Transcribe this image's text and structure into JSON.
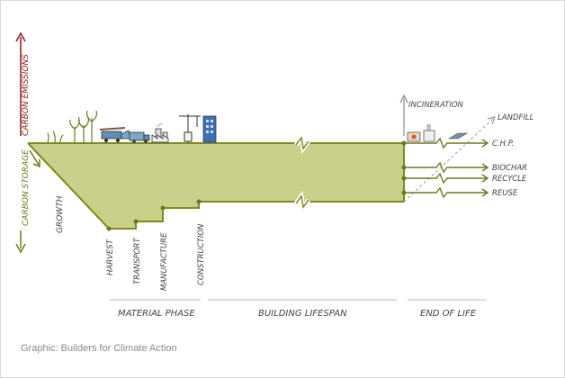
{
  "diagram": {
    "axis": {
      "emissions_label": "CARBON EMISSIONS",
      "storage_label": "CARBON STORAGE"
    },
    "curve_labels": {
      "growth": "GROWTH"
    },
    "material_steps": [
      "HARVEST",
      "TRANSPORT",
      "MANUFACTURE",
      "CONSTRUCTION"
    ],
    "end_of_life_outcomes": {
      "incineration": "INCINERATION",
      "landfill": "LANDFILL",
      "chp": "C.H.P.",
      "biochar": "BIOCHAR",
      "recycle": "RECYCLE",
      "reuse": "REUSE"
    },
    "phases": [
      "MATERIAL PHASE",
      "BUILDING LIFESPAN",
      "END OF LIFE"
    ],
    "colors": {
      "storage_fill": "#c8d08a",
      "storage_line": "#7f8a22",
      "axis_red": "#8b1a1a",
      "axis_olive": "#6b7a1f",
      "text": "#444444"
    }
  },
  "credit": "Graphic: Builders for Climate Action"
}
